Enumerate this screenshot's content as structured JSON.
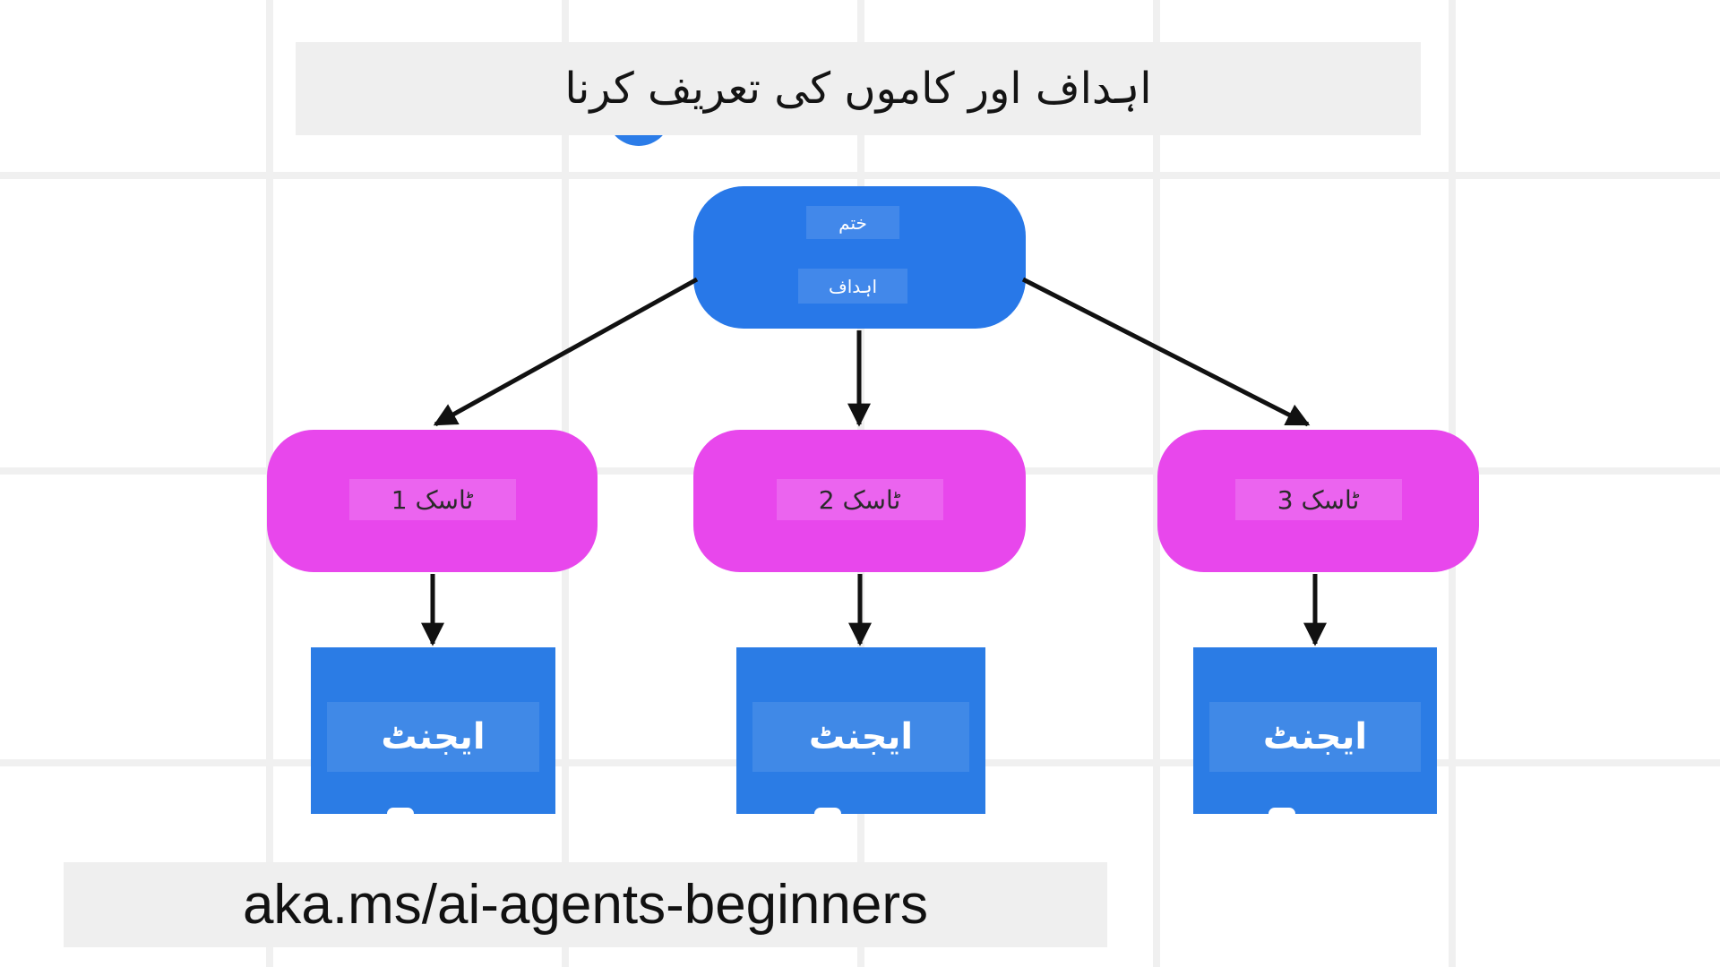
{
  "header": {
    "title": "اہداف اور کاموں کی تعریف کرنا"
  },
  "diagram": {
    "goal_node": {
      "labels": [
        "ختم",
        "اہداف"
      ],
      "color": "#2878e8"
    },
    "task_nodes": [
      {
        "label": "ٹاسک 1"
      },
      {
        "label": "ٹاسک 2"
      },
      {
        "label": "ٹاسک 3"
      }
    ],
    "task_color": "#e847ec",
    "agent_nodes": [
      {
        "label": "ایجنٹ"
      },
      {
        "label": "ایجنٹ"
      },
      {
        "label": "ایجنٹ"
      }
    ],
    "agent_color": "#2b7ce5",
    "arrow_color": "#111111",
    "grid_color": "#f0f0f0"
  },
  "footer": {
    "link_text": "aka.ms/ai-agents-beginners"
  }
}
